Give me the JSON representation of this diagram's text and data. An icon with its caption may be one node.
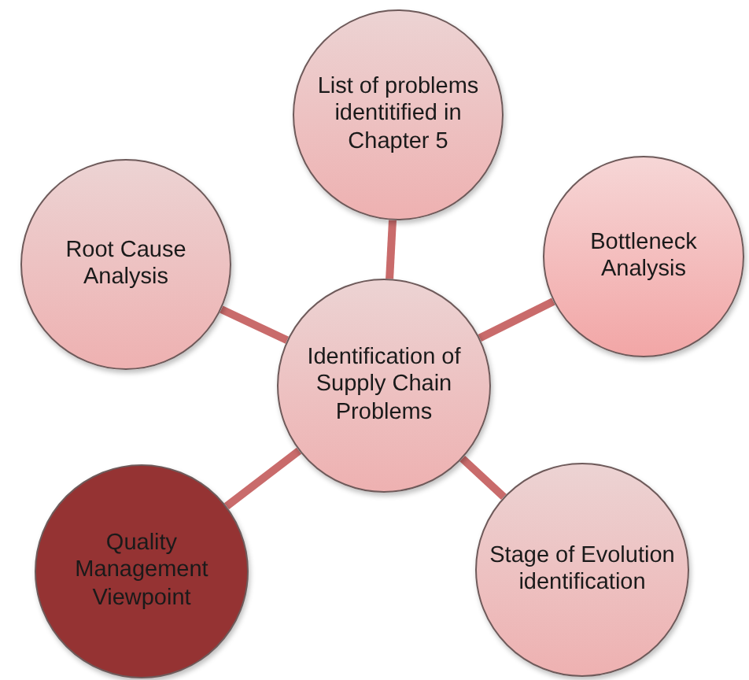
{
  "diagram": {
    "nodes": [
      {
        "text": [
          "List of problems identitified in Chapter 5"
        ]
      },
      {
        "text": [
          "Root Cause Analysis"
        ]
      },
      {
        "text": [
          "Bottleneck Analysis"
        ]
      },
      {
        "text": [
          "Identification of Supply Chain Problems"
        ]
      },
      {
        "text": [
          "Quality Management Viewpoint"
        ]
      },
      {
        "text": [
          "Stage of Evolution identification"
        ]
      }
    ],
    "edges": [
      {
        "from": 3,
        "to": 0,
        "arrow": "none"
      },
      {
        "from": 3,
        "to": 1,
        "arrow": "none"
      },
      {
        "from": 3,
        "to": 2,
        "arrow": "none"
      },
      {
        "from": 3,
        "to": 4,
        "arrow": "none"
      },
      {
        "from": 3,
        "to": 5,
        "arrow": "none"
      }
    ]
  }
}
